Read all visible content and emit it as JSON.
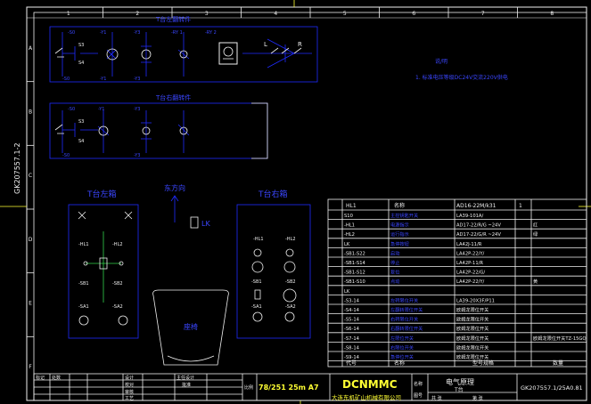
{
  "frame": {
    "col_nums": [
      "1",
      "2",
      "3",
      "4",
      "5",
      "6",
      "7",
      "8"
    ],
    "row_letters": [
      "A",
      "B",
      "C",
      "D",
      "E",
      "F"
    ],
    "side_code": "GK207557.1-2"
  },
  "top_schematic": {
    "title_a": "T台左翻转件",
    "title_b": "T台右翻转件",
    "labels_a": [
      "-S0",
      "-Y1",
      "-Y3",
      "S3",
      "S4",
      "-RY 1",
      "-RY 2"
    ],
    "labels_b": [
      "-S0",
      "-Y1",
      "-Y3",
      "S3",
      "S4"
    ]
  },
  "notes": {
    "line1": "说/明",
    "line2": "1. 标准电压等级DC24V交流220V供电"
  },
  "panel": {
    "left_title": "T台左箱",
    "right_title": "T台右箱",
    "arrow_label": "东方向",
    "center_label": "LK",
    "box_label": "座椅",
    "left_labels": [
      "-HL1",
      "-HL2",
      "-SB1",
      "-SB2",
      "-SA1",
      "-SA2"
    ],
    "right_labels": [
      "-HL1",
      "-HL2",
      "-SB1",
      "-SB2",
      "-SA1",
      "-SA2"
    ]
  },
  "parts_table": {
    "header": {
      "code": "HL1",
      "name": "名称",
      "model": "AD16-22M/k31",
      "qty": "1"
    },
    "rows": [
      {
        "code": "S10",
        "name": "主控钥匙开关",
        "model": "LA39-101A/",
        "note": ""
      },
      {
        "code": "-HL1",
        "name": "电源指示",
        "model": "AD17-22/R/G  ~24V",
        "note": "红"
      },
      {
        "code": "-HL2",
        "name": "运行指示",
        "model": "AD17-22/G/R  ~24V",
        "note": "绿"
      },
      {
        "code": "LK",
        "name": "急停按钮",
        "model": "LA42J-11/R",
        "note": ""
      },
      {
        "code": "-SB1-S22",
        "name": "启动",
        "model": "LA42P-22/Y/",
        "note": ""
      },
      {
        "code": "-SB1-S14",
        "name": "停止",
        "model": "LA42P-11/R",
        "note": ""
      },
      {
        "code": "-SB1-S12",
        "name": "复位",
        "model": "LA42P-22/G/",
        "note": ""
      },
      {
        "code": "-SB1-S10",
        "name": "点动",
        "model": "LA42P-22/Y/",
        "note": "黄"
      },
      {
        "code": "LK",
        "name": "",
        "model": "",
        "note": ""
      },
      {
        "code": "-S3-14",
        "name": "左转限位开关",
        "model": "LA39-20X3F/P11",
        "note": ""
      },
      {
        "code": "-S4-14",
        "name": "左翻转限位开关",
        "model": "欧姆龙限位开关",
        "note": ""
      },
      {
        "code": "-S5-14",
        "name": "右转限位开关",
        "model": "欧姆龙限位开关",
        "note": ""
      },
      {
        "code": "-S6-14",
        "name": "右翻转限位开关",
        "model": "欧姆龙限位开关",
        "note": ""
      },
      {
        "code": "-S7-14",
        "name": "左限位开关",
        "model": "欧姆龙限位开关",
        "note": "欧姆龙限位开关TZ-15GQ"
      },
      {
        "code": "-S8-14",
        "name": "右限位开关",
        "model": "欧姆龙限位开关",
        "note": ""
      },
      {
        "code": "-S9-14",
        "name": "急停位开关",
        "model": "欧姆龙限位开关",
        "note": ""
      }
    ],
    "footer": {
      "a": "代号",
      "b": "名称",
      "c": "型号规格",
      "d": "数量"
    }
  },
  "title_block": {
    "stamp": "78/251 25m A7",
    "brand": "DCNMMC",
    "company": "大连东机矿山机械有限公司",
    "title_line1": "电气原理",
    "title_line2": "T台",
    "drawing_no": "GK207557.1/25A0.81",
    "label_name": "名称",
    "label_drawing": "图号",
    "row_labels": [
      "标记",
      "处数",
      "设计",
      "校对",
      "审核",
      "工艺"
    ],
    "col_labels": [
      "主任设计",
      "批准"
    ],
    "sheet_label": "共 张",
    "sheet_label2": "第 张",
    "scale_label": "比例"
  }
}
